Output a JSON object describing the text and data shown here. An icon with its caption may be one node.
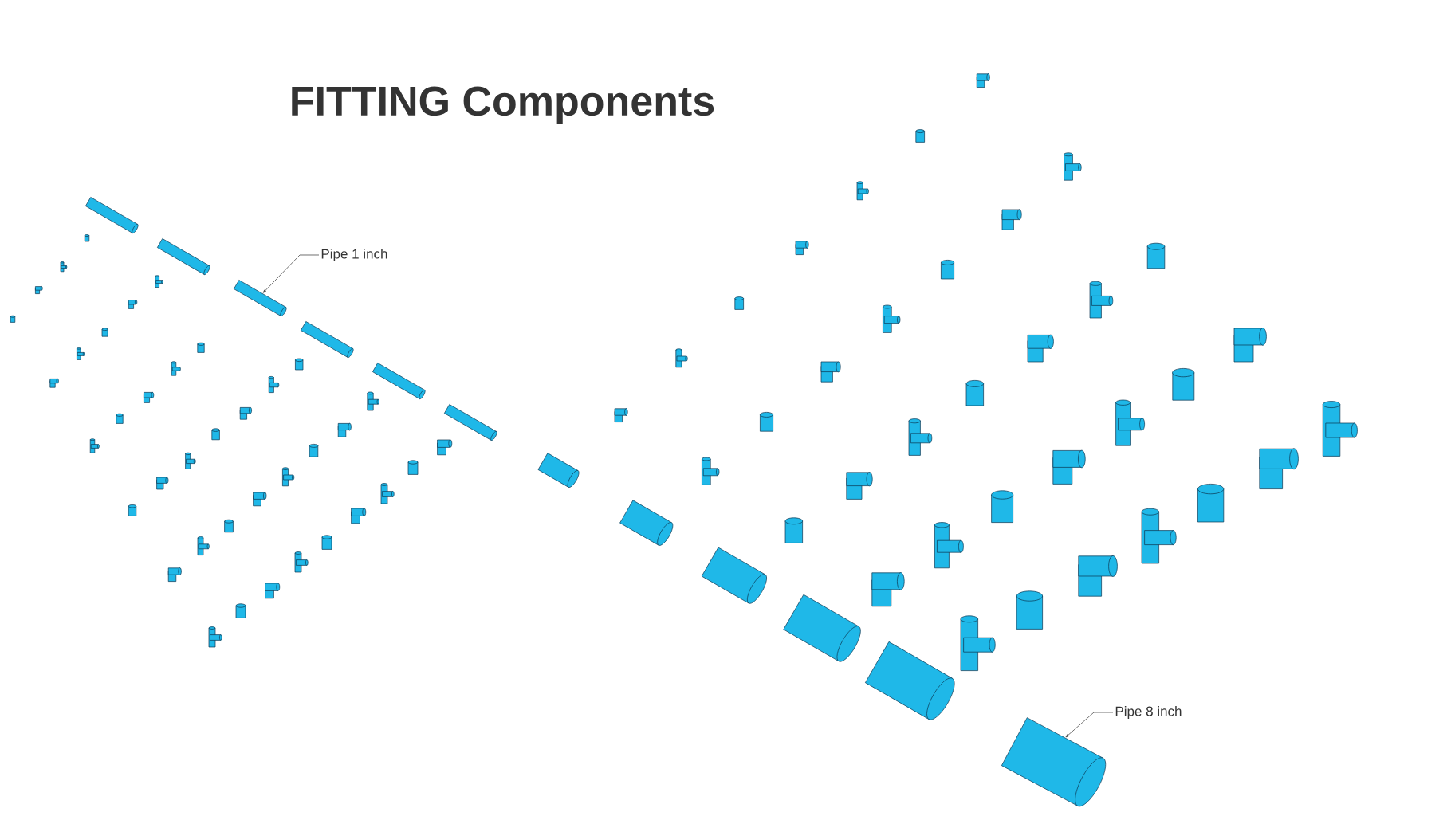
{
  "diagram": {
    "title": "FITTING Components",
    "nodes": [
      {
        "text": [
          "Pipe 1 inch"
        ]
      },
      {
        "text": [],
        "shape": "cylinder"
      },
      {
        "text": [
          "Pipe 8 inch"
        ]
      },
      {
        "text": [],
        "shape": "cylinder"
      }
    ],
    "edges": [
      {
        "from": 0,
        "to": 1,
        "arrow": "to"
      },
      {
        "from": 2,
        "to": 3,
        "arrow": "to"
      }
    ]
  }
}
